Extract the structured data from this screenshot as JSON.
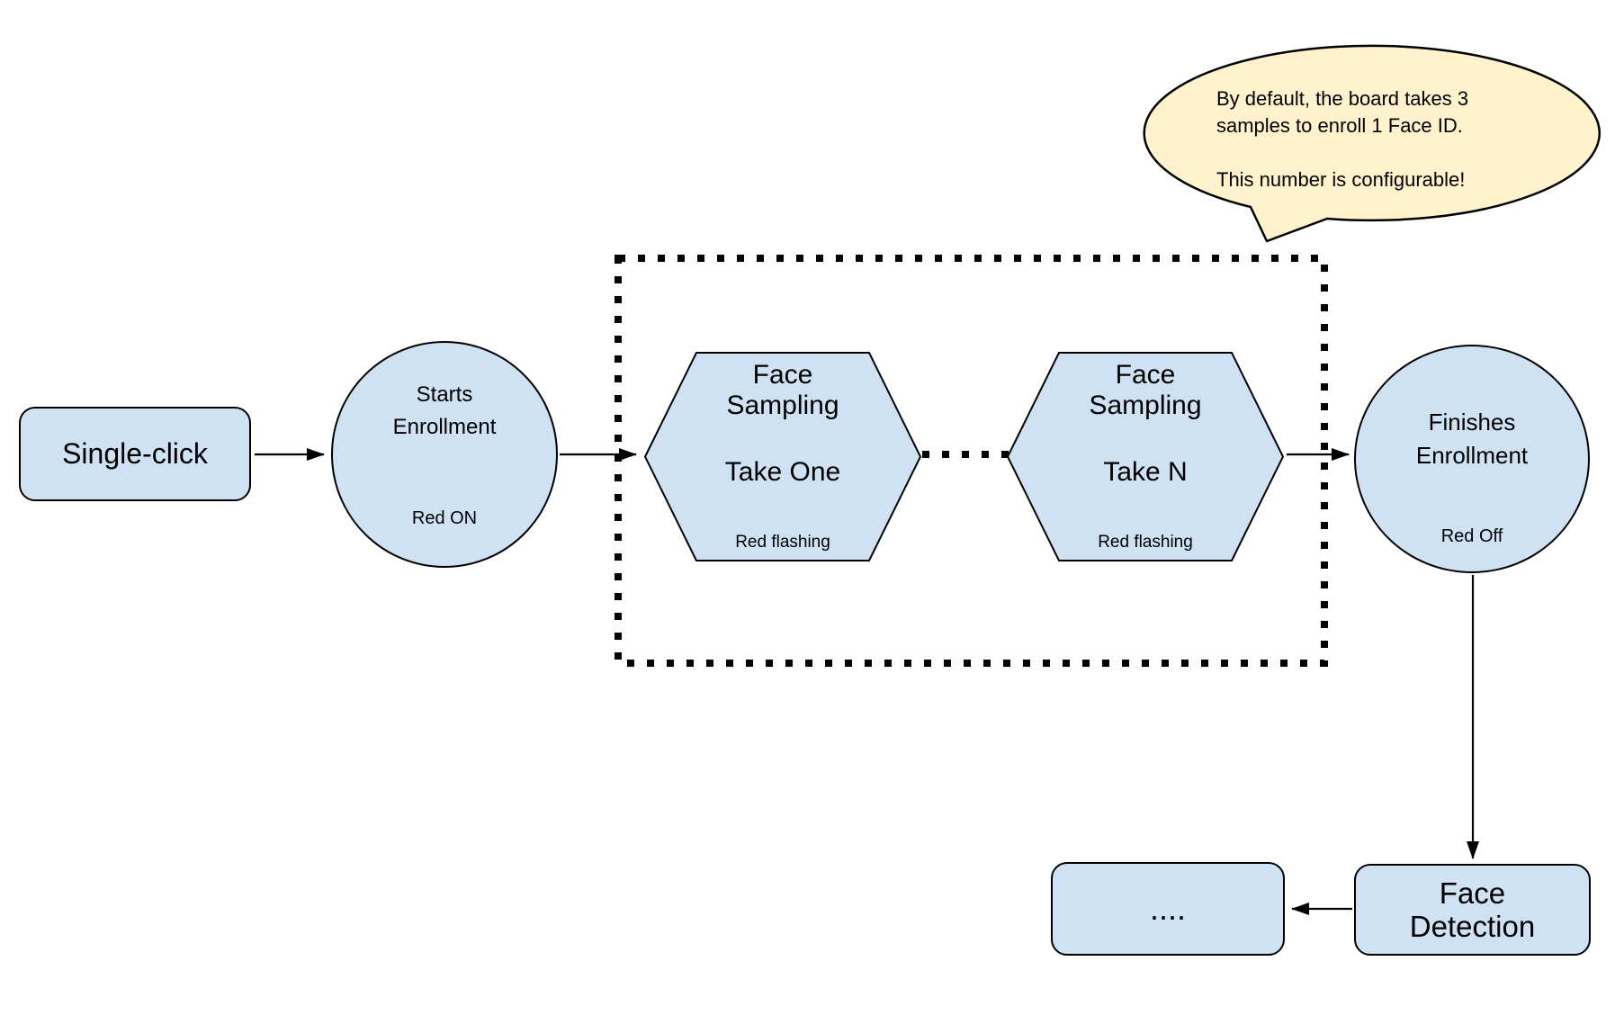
{
  "colors": {
    "node_fill": "#cfe2f3",
    "node_stroke": "#000000",
    "callout_fill": "#fff2cc",
    "connector": "#000000",
    "page_bg": "#ffffff"
  },
  "nodes": {
    "single_click": {
      "label": "Single-click"
    },
    "starts_enrollment": {
      "label": "Starts\nEnrollment",
      "status": "Red ON"
    },
    "face_sampling_one": {
      "title": "Face\nSampling",
      "take": "Take One",
      "status": "Red flashing"
    },
    "face_sampling_n": {
      "title": "Face\nSampling",
      "take": "Take N",
      "status": "Red flashing"
    },
    "finishes_enrollment": {
      "label": "Finishes\nEnrollment",
      "status": "Red Off"
    },
    "face_detection": {
      "label": "Face\nDetection"
    },
    "continuation": {
      "label": "...."
    }
  },
  "callout": {
    "text": "By default, the board takes 3\nsamples to enroll 1 Face ID.\n\nThis number is configurable!"
  }
}
